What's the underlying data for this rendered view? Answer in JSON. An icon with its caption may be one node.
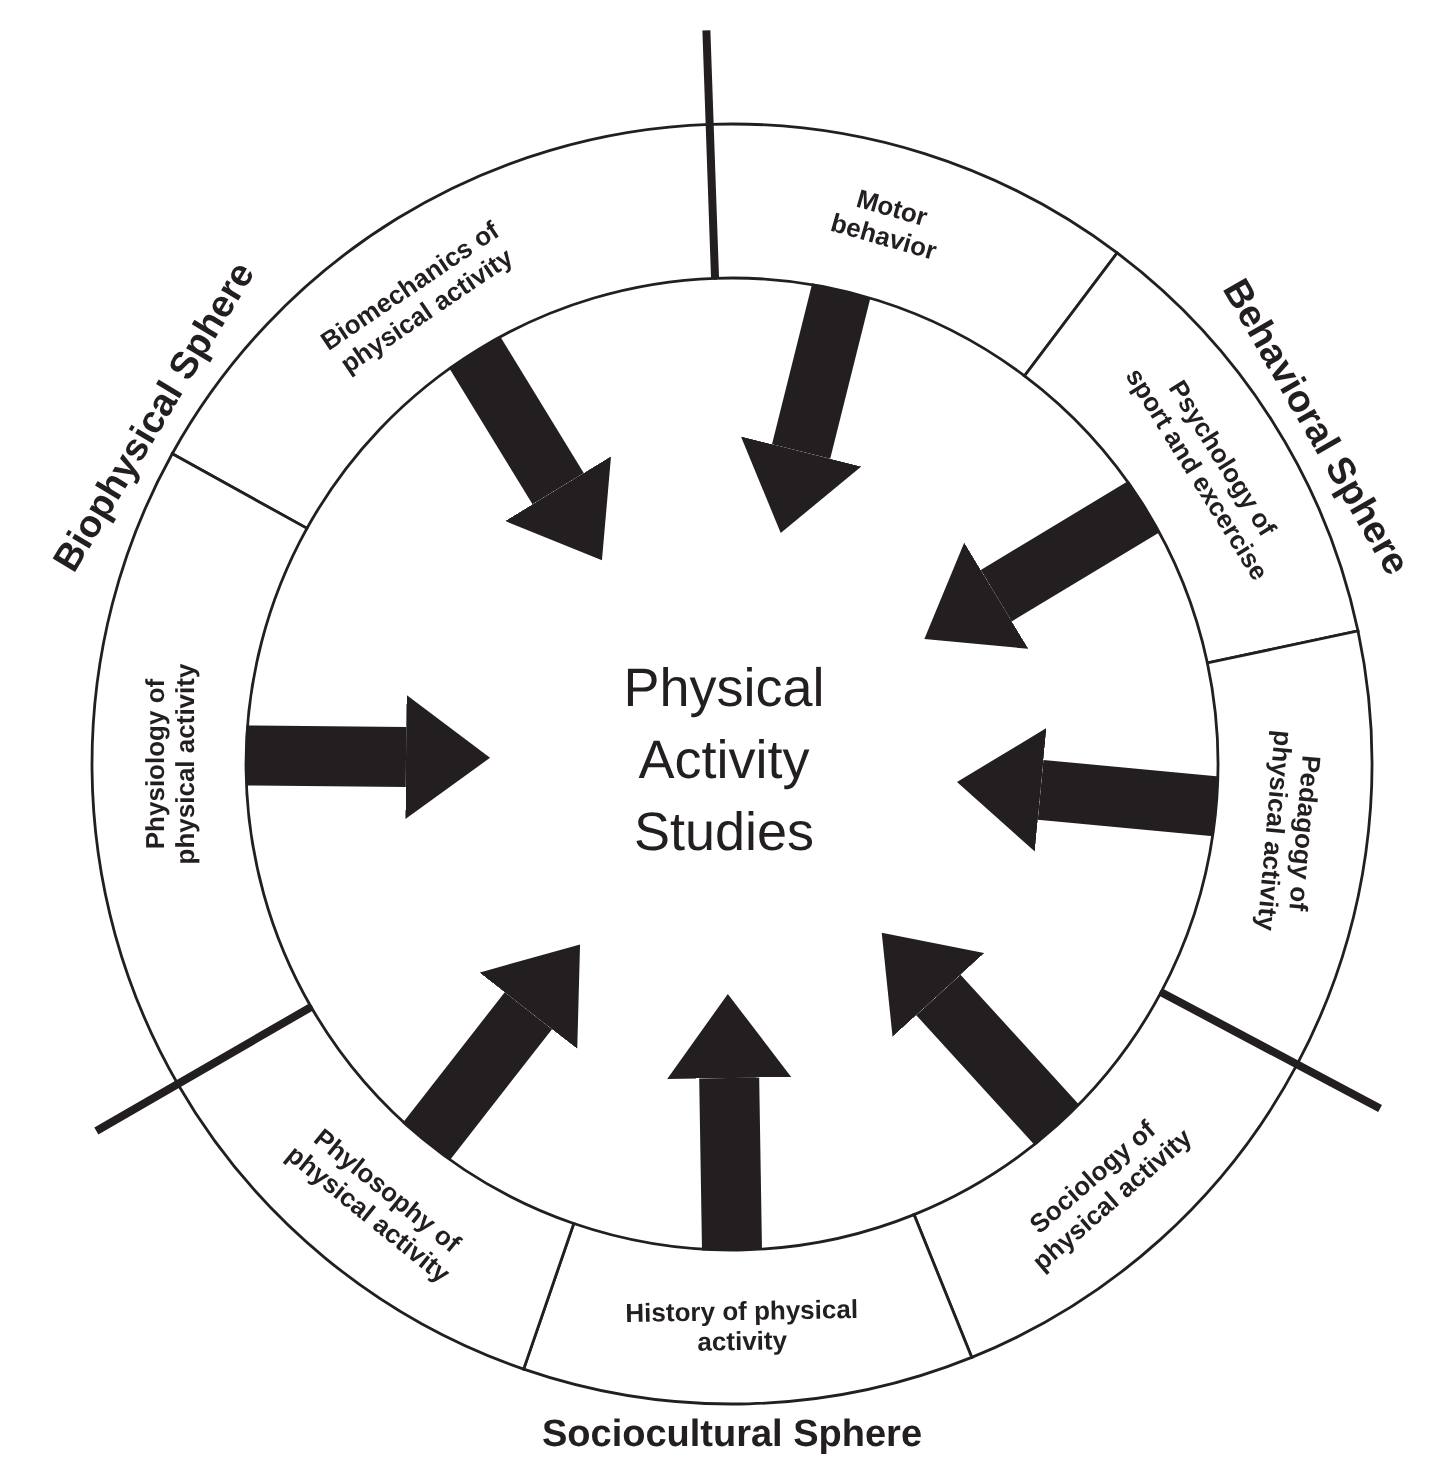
{
  "diagram": {
    "nodes": [
      {
        "text": [
          "Biomechanics of physical activity"
        ]
      },
      {
        "text": [
          "Motor behavior"
        ]
      },
      {
        "text": [
          "Psychology of sport and excercise"
        ]
      },
      {
        "text": [
          "Pedagogy of physical activity"
        ]
      },
      {
        "text": [
          "Sociology of physical activity"
        ]
      },
      {
        "text": [
          "History of physical activity"
        ]
      },
      {
        "text": [
          "Phylosophy of physical activity"
        ]
      },
      {
        "text": [
          "Physiology of physical activity"
        ]
      },
      {
        "text": [
          "Physical Activity Studies"
        ]
      }
    ],
    "edges": [
      {
        "from": 0,
        "to": 8,
        "arrow": "to"
      },
      {
        "from": 1,
        "to": 8,
        "arrow": "to"
      },
      {
        "from": 2,
        "to": 8,
        "arrow": "to"
      },
      {
        "from": 3,
        "to": 8,
        "arrow": "to"
      },
      {
        "from": 4,
        "to": 8,
        "arrow": "to"
      },
      {
        "from": 5,
        "to": 8,
        "arrow": "to"
      },
      {
        "from": 6,
        "to": 8,
        "arrow": "to"
      },
      {
        "from": 7,
        "to": 8,
        "arrow": "to"
      }
    ],
    "labels": [
      "Biophysical Sphere",
      "Behavioral Sphere",
      "Sociocultural Sphere"
    ]
  }
}
